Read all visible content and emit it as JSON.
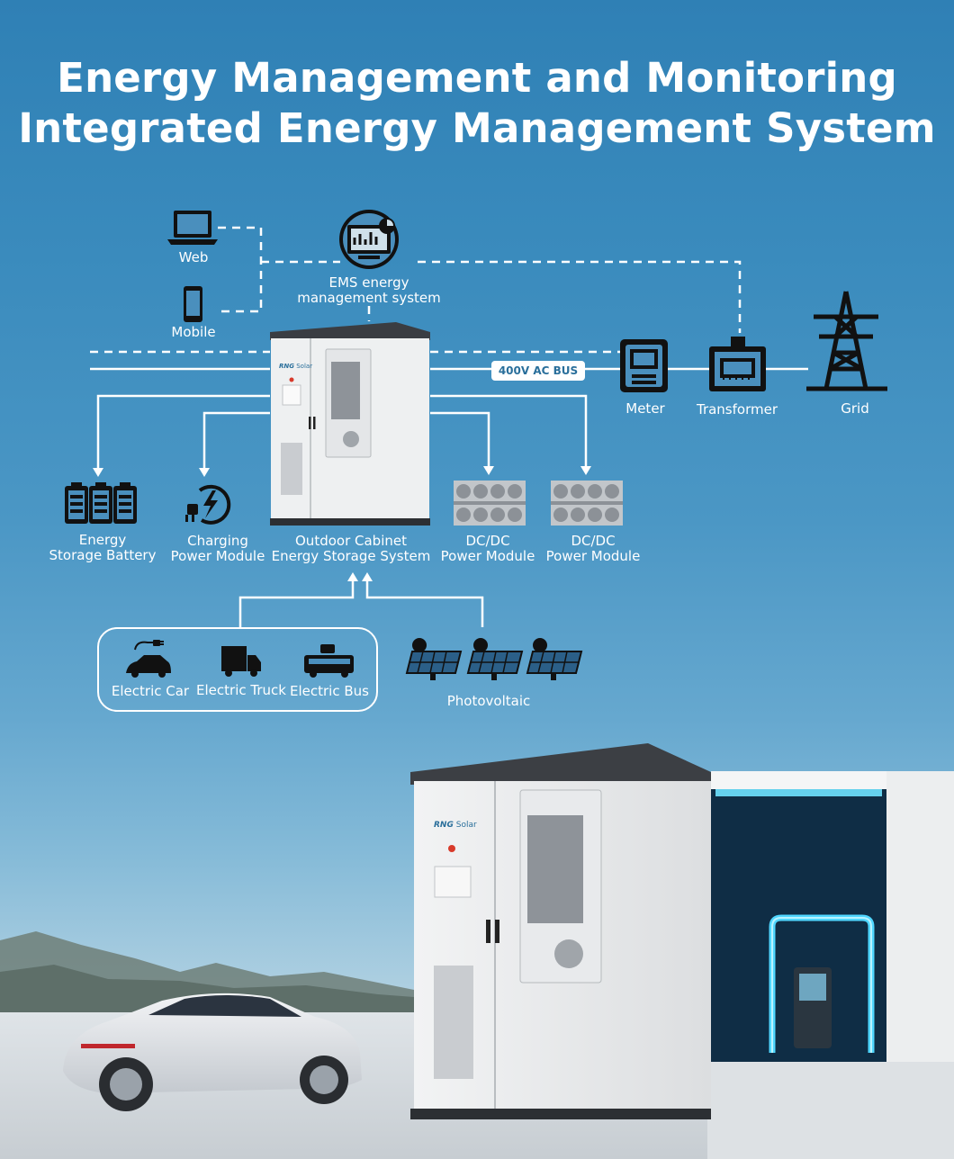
{
  "title": {
    "line1": "Energy Management and Monitoring",
    "line2": "Integrated Energy Management System"
  },
  "nodes": {
    "web": "Web",
    "mobile": "Mobile",
    "ems": [
      "EMS energy",
      "management system"
    ],
    "bus": "400V AC BUS",
    "meter": "Meter",
    "transformer": "Transformer",
    "grid": "Grid",
    "battery": [
      "Energy",
      "Storage Battery"
    ],
    "charging": [
      "Charging",
      "Power Module"
    ],
    "cabinet": [
      "Outdoor Cabinet",
      "Energy Storage System"
    ],
    "dcdc1": [
      "DC/DC",
      "Power Module"
    ],
    "dcdc2": [
      "DC/DC",
      "Power Module"
    ],
    "electric_car": "Electric Car",
    "electric_truck": "Electric Truck",
    "electric_bus": "Electric Bus",
    "photovoltaic": "Photovoltaic"
  },
  "cabinet_brand": "Solar",
  "colors": {
    "background_top": "#2f80b5",
    "background_bottom": "#d9e2e8",
    "line": "#ffffff",
    "icon": "#111111"
  },
  "icons": [
    "laptop-icon",
    "mobile-phone-icon",
    "ems-monitor-icon",
    "meter-icon",
    "transformer-icon",
    "transmission-tower-icon",
    "battery-icon",
    "charging-plug-icon",
    "dcdc-module-icon",
    "electric-car-icon",
    "electric-truck-icon",
    "electric-bus-icon",
    "solar-panel-icon"
  ]
}
